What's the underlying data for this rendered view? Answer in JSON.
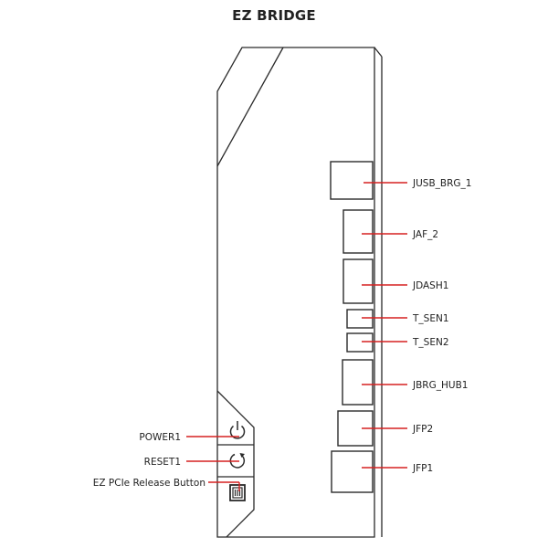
{
  "title": "EZ BRIDGE",
  "colors": {
    "leader": "#d62020",
    "outline": "#2a2a2a"
  },
  "connectors": [
    {
      "id": "jusb-brg-1",
      "label": "JUSB_BRG_1"
    },
    {
      "id": "jaf-2",
      "label": "JAF_2"
    },
    {
      "id": "jdash1",
      "label": "JDASH1"
    },
    {
      "id": "t-sen1",
      "label": "T_SEN1"
    },
    {
      "id": "t-sen2",
      "label": "T_SEN2"
    },
    {
      "id": "jbrg-hub1",
      "label": "JBRG_HUB1"
    },
    {
      "id": "jfp2",
      "label": "JFP2"
    },
    {
      "id": "jfp1",
      "label": "JFP1"
    }
  ],
  "buttons": [
    {
      "id": "power1",
      "label": "POWER1",
      "icon": "power-icon"
    },
    {
      "id": "reset1",
      "label": "RESET1",
      "icon": "reset-icon"
    },
    {
      "id": "ez-pcie-release",
      "label": "EZ PCIe Release Button",
      "icon": "pcie-release-icon"
    }
  ]
}
